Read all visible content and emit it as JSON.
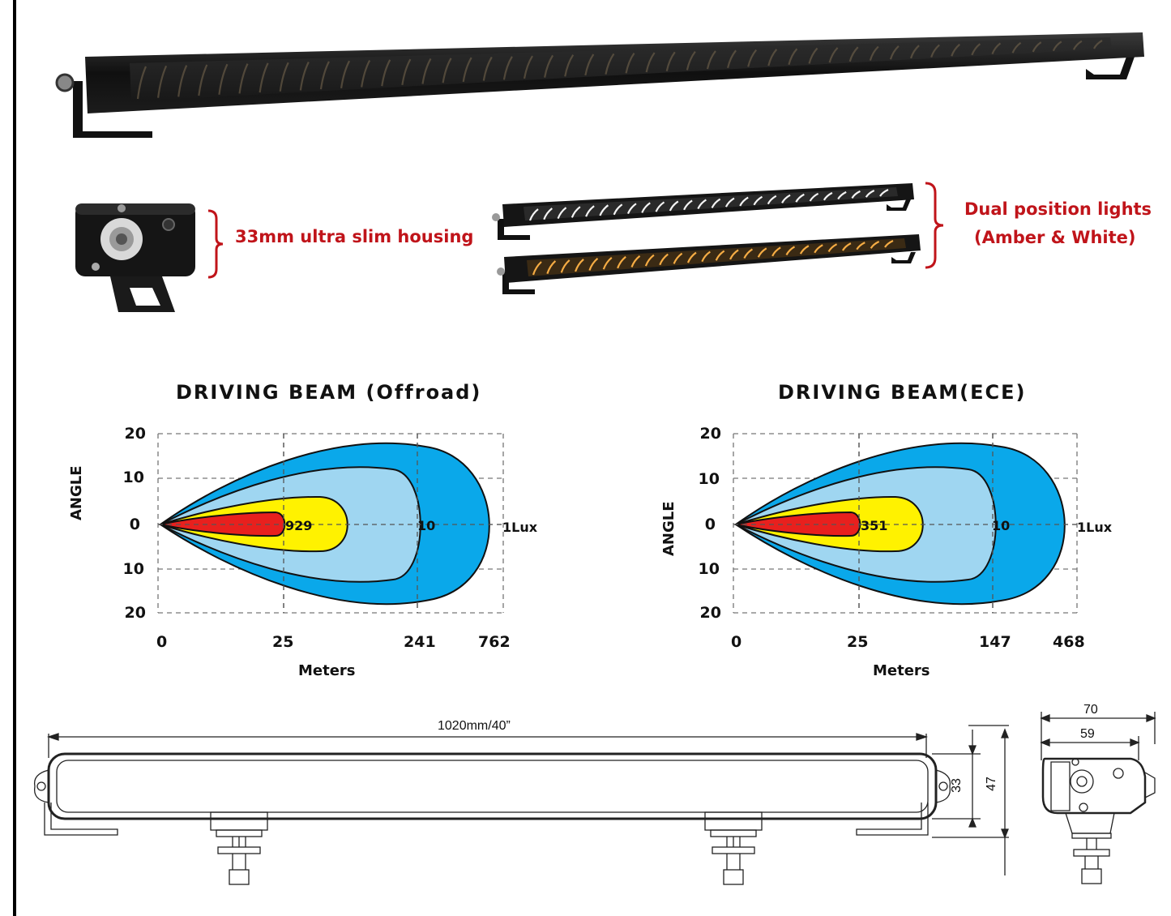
{
  "callouts": {
    "housing": "33mm ultra slim housing",
    "dual_line1": "Dual position lights",
    "dual_line2": "(Amber & White)"
  },
  "colors": {
    "callout_red": "#c0141a",
    "zone_1lux": "#0aa8ea",
    "zone_10": "#9fd6f1",
    "zone_mid": "#fff200",
    "zone_peak": "#e8201e"
  },
  "chart_data": [
    {
      "type": "beam-pattern",
      "title": "DRIVING  BEAM (Offroad)",
      "xlabel": "Meters",
      "ylabel": "ANGLE",
      "x_ticks": [
        "0",
        "25",
        "241",
        "762"
      ],
      "y_ticks": [
        "20",
        "10",
        "0",
        "10",
        "20"
      ],
      "zones": [
        {
          "label": "1Lux",
          "color": "#0aa8ea"
        },
        {
          "label": "10",
          "color": "#9fd6f1"
        },
        {
          "label": "929",
          "color": "#fff200"
        },
        {
          "label": "",
          "color": "#e8201e"
        }
      ],
      "grid": true
    },
    {
      "type": "beam-pattern",
      "title": "DRIVING  BEAM(ECE)",
      "xlabel": "Meters",
      "ylabel": "ANGLE",
      "x_ticks": [
        "0",
        "25",
        "147",
        "468"
      ],
      "y_ticks": [
        "20",
        "10",
        "0",
        "10",
        "20"
      ],
      "zones": [
        {
          "label": "1Lux",
          "color": "#0aa8ea"
        },
        {
          "label": "10",
          "color": "#9fd6f1"
        },
        {
          "label": "351",
          "color": "#fff200"
        },
        {
          "label": "",
          "color": "#e8201e"
        }
      ],
      "grid": true
    }
  ],
  "dimensions": {
    "length": "1020mm/40”",
    "height_inner": "33",
    "height_outer": "47",
    "depth_outer": "70",
    "depth_inner": "59"
  }
}
